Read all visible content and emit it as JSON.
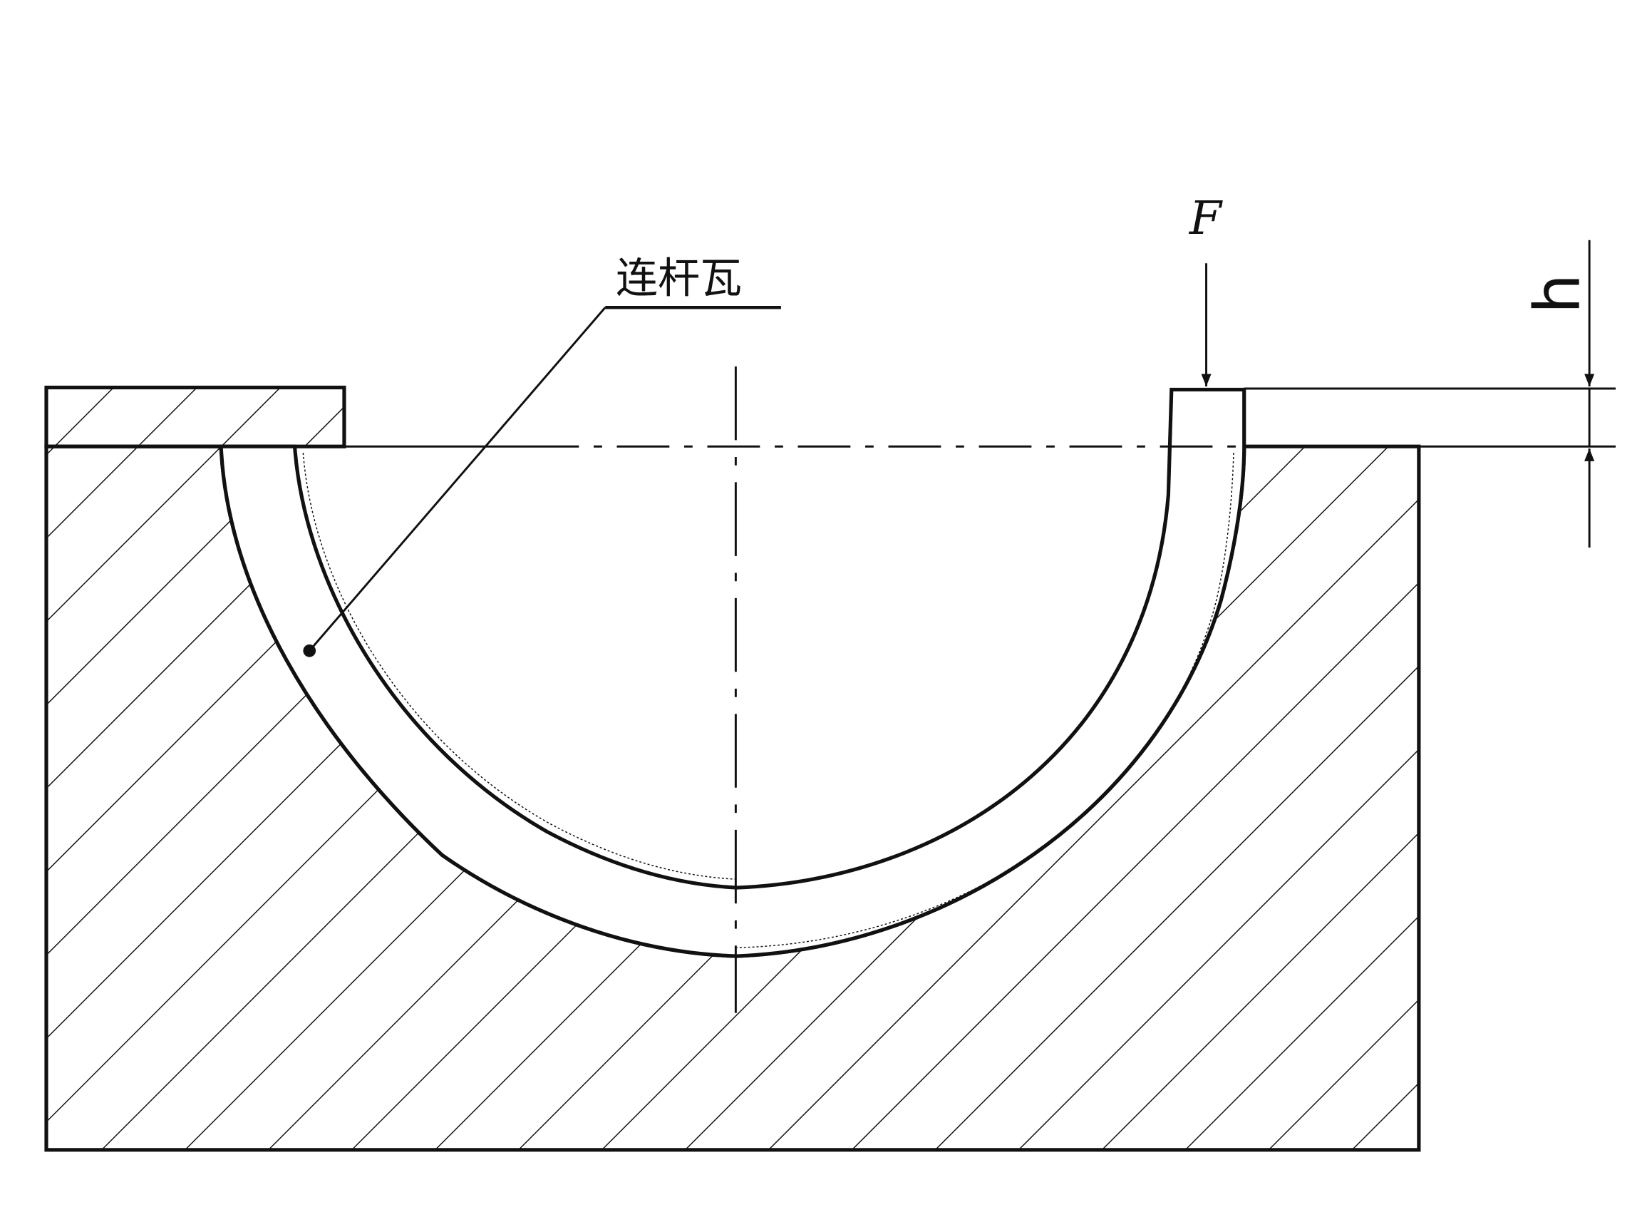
{
  "labels": {
    "part_name": "连杆瓦",
    "force": "F",
    "height": "h"
  },
  "colors": {
    "line": "#111111",
    "background": "#ffffff"
  }
}
